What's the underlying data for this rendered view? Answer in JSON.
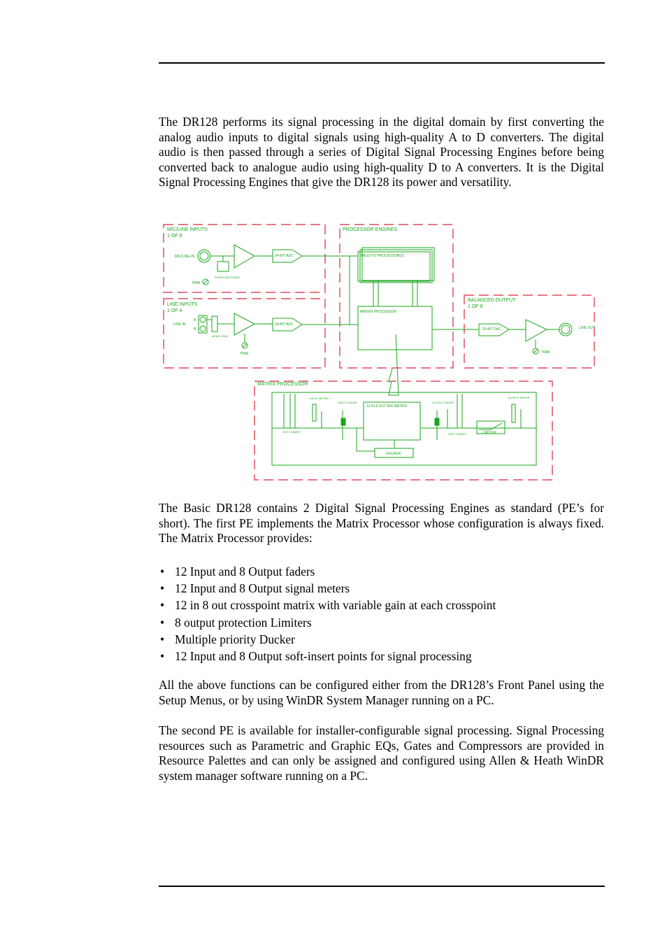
{
  "page": {
    "para1": "The DR128 performs its signal processing in the digital domain by first converting the analog audio inputs to digital signals using high-quality A to D converters. The digital audio is then passed through a series of Digital Signal Processing Engines before being converted back to analogue audio using high-quality D to A converters. It is the Digital Signal Processing Engines that give the DR128 its power and versatility.",
    "para2": "The Basic DR128 contains 2 Digital Signal Processing Engines as standard (PE’s for short). The first PE implements the Matrix Processor whose configuration is always fixed. The Matrix Processor provides:",
    "bullets": [
      "12 Input and 8 Output faders",
      "12 Input and 8 Output signal meters",
      "12 in 8 out crosspoint matrix with variable gain at each crosspoint",
      "8 output protection Limiters",
      "Multiple priority Ducker",
      "12 Input and 8 Output soft-insert points for signal processing"
    ],
    "para3": "All the above functions can be configured either from the DR128’s Front Panel using the Setup Menus, or by using WinDR System Manager running on a PC.",
    "para4": "The second PE is available for installer-configurable signal processing. Signal Processing resources such as Parametric and Graphic EQs, Gates and Compressors are provided in Resource Palettes and can only be assigned and configured using Allen & Heath WinDR system manager software running on a PC."
  },
  "diagram": {
    "colors": {
      "dashed_box": "#d9263a",
      "lines": "#1aa61a"
    },
    "mic_inputs": {
      "title": "MIC/LINE  INPUTS",
      "count": "1  OF  8",
      "in_label": "MIC/LINE IN",
      "phantom": "PHANTOM POWER",
      "trim": "TRIM",
      "adc": "24-BIT ADC"
    },
    "line_inputs": {
      "title": "LINE  INPUTS",
      "count": "1  OF  4",
      "in_label": "LINE IN",
      "a": "A",
      "b": "B",
      "mono_sum": "MONO SUM",
      "trim": "TRIM",
      "adc": "24-BIT ADC"
    },
    "processor_engines": {
      "title": "PROCESSOR  ENGINES",
      "palette": "PALETTE  PROCESSOR(S)",
      "matrix": "MATRIX  PROCESSOR"
    },
    "balanced_output": {
      "title": "BALANCED  OUTPUT",
      "count": "1  OF  8",
      "dac": "20-BIT DAC",
      "trim": "TRIM",
      "out_label": "LINE OUT"
    },
    "matrix_processor": {
      "title": "MATRIX  PROCESSOR",
      "input_meter": "INPUT METER",
      "input_fader": "INPUT FADER",
      "mix_matrix": "12  IN  8  OUT MIX  MATRIX",
      "output_fader": "OUTPUT FADER",
      "output_meter": "OUTPUT METER",
      "soft_insert_in": "SOFT  INSERT",
      "soft_insert_out": "SOFT  INSERT",
      "limiter": "LIMITER",
      "ducker": "DUCKER"
    }
  }
}
